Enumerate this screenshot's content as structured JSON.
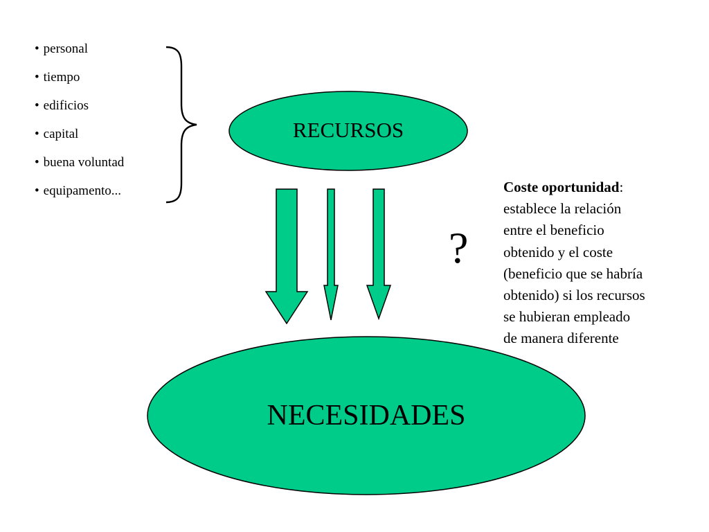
{
  "resources_list": {
    "items": [
      "personal",
      "tiempo",
      "edificios",
      "capital",
      "buena voluntad",
      "equipamento..."
    ]
  },
  "recursos": {
    "label": "RECURSOS"
  },
  "necesidades": {
    "label": "NECESIDADES"
  },
  "question": {
    "symbol": "?"
  },
  "note": {
    "title": "Coste oportunidad",
    "title_suffix": ":",
    "lines": [
      "establece la relación",
      "entre el beneficio",
      "obtenido y el coste",
      "(beneficio que se habría",
      "obtenido) si los recursos",
      "se hubieran empleado",
      "de manera diferente"
    ]
  },
  "colors": {
    "shape_fill": "#00CC8A",
    "outline": "#000000",
    "background": "#FFFFFF"
  }
}
